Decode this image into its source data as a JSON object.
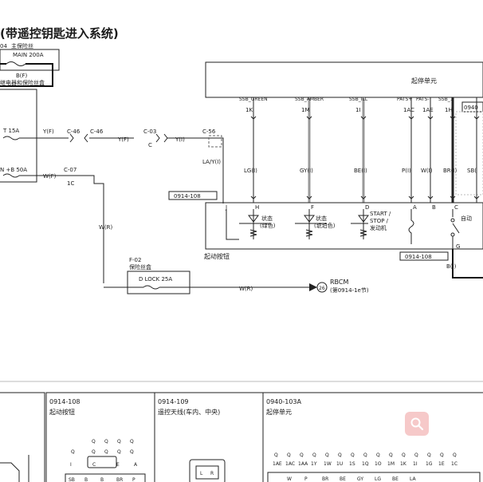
{
  "title": "(带遥控钥匙进入系统)",
  "top_left": {
    "fuse_box_prefix": "04",
    "fuse_box_name": "主保险丝",
    "main_fuse": "MAIN 200A",
    "main_wire": "B(F)",
    "relay_box": "继电器和保险丝盒",
    "fuse_15": "T 15A",
    "fuse_50": "N +B 50A"
  },
  "wires": {
    "w1": "Y(F)",
    "c46a": "C-46",
    "c46b": "C-46",
    "w2": "Y(F)",
    "c03": "C-03",
    "c03c": "C",
    "w3": "Y(I)",
    "c56": "C-56",
    "la": "LA/Y(I)",
    "w4": "W(F)",
    "c07": "C-07",
    "c07pin": "1C",
    "wr1": "W(R)",
    "wr2": "W(R)"
  },
  "stop_unit": {
    "name": "起停单元",
    "ref_right": "0940",
    "pins": [
      {
        "sig": "SSB_GREEN",
        "pin": "1K",
        "wire": "LG(I)",
        "term": "H"
      },
      {
        "sig": "SSB_AMBER",
        "pin": "1M",
        "wire": "GY(I)",
        "term": "F"
      },
      {
        "sig": "SSB_ILL",
        "pin": "1I",
        "wire": "BE(I)",
        "term": "D"
      },
      {
        "sig": "PATS+",
        "pin": "1AC",
        "wire": "P(I)",
        "term": "A"
      },
      {
        "sig": "PATS-",
        "pin": "1AE",
        "wire": "W(I)",
        "term": "B"
      },
      {
        "sig": "SSB_1",
        "pin": "1H",
        "wire": "BR(I)",
        "term": "C"
      },
      {
        "sig": "",
        "pin": "",
        "wire": "SB(",
        "term": ""
      }
    ]
  },
  "start_button": {
    "ref": "0914-108",
    "ref2": "0914-108",
    "term_j": "J",
    "term_g": "G",
    "name": "起动按钮",
    "state_green_1": "状态",
    "state_green_2": "(绿色)",
    "state_amber_1": "状态",
    "state_amber_2": "(琥珀色)",
    "start_1": "START /",
    "start_2": "STOP /",
    "start_3": "发动机",
    "auto": "自动",
    "bottom_wire": "B(I)"
  },
  "fuse_f02": {
    "ref": "F-02",
    "name": "保险丝盒",
    "fuse": "D LOCK 25A"
  },
  "rbcm": {
    "num": "26",
    "name": "RBCM",
    "note": "(第0914-1e节)"
  },
  "connectors": [
    {
      "ref": "0914-108",
      "name": "起动按钮",
      "pins": [
        "SB",
        "B",
        "B",
        "BR",
        "P"
      ],
      "codes": [
        "I",
        "E",
        "C",
        "A"
      ]
    },
    {
      "ref": "0914-109",
      "name": "遥控天线(车内、中央)",
      "pins": [
        "L",
        "R"
      ]
    },
    {
      "ref": "0940-103A",
      "name": "起停单元",
      "codes": [
        "1AE",
        "1AC",
        "1AA",
        "1Y",
        "1W",
        "1U",
        "1S",
        "1Q",
        "1O",
        "1M",
        "1K",
        "1I",
        "1G",
        "1E",
        "1C"
      ],
      "pins": [
        "W",
        "P",
        "BR",
        "BE",
        "GY",
        "LG",
        "BE",
        "LA"
      ]
    }
  ],
  "colors": {
    "grey_wire": "#999999",
    "zoom_bg": "#f6c9c9",
    "zoom_icon": "#ffffff"
  }
}
